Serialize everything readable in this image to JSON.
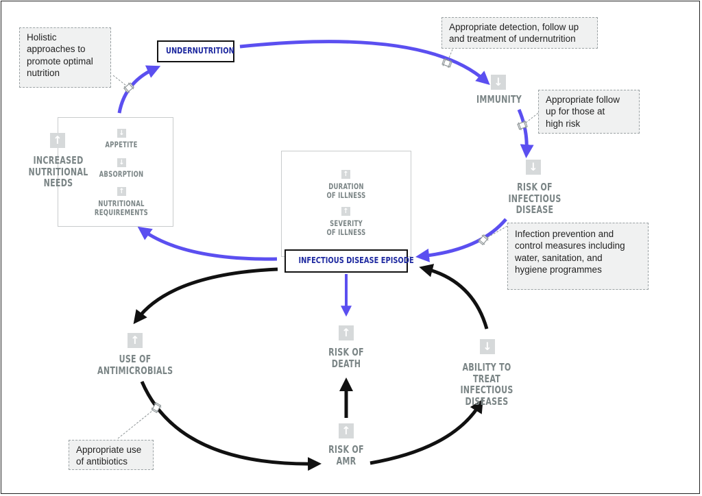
{
  "nodes": {
    "undernutrition": "UNDERNUTRITION",
    "infectious_episode": "INFECTIOUS DISEASE EPISODE",
    "immunity": "IMMUNITY",
    "risk_infectious": [
      "RISK OF",
      "INFECTIOUS",
      "DISEASE"
    ],
    "increased_needs": [
      "INCREASED",
      "NUTRITIONAL",
      "NEEDS"
    ],
    "appetite": "APPETITE",
    "absorption": "ABSORPTION",
    "nutritional_requirements": [
      "NUTRITIONAL",
      "REQUIREMENTS"
    ],
    "duration_illness": [
      "DURATION",
      "OF ILLNESS"
    ],
    "severity_illness": [
      "SEVERITY",
      "OF ILLNESS"
    ],
    "use_antimicrobials": [
      "USE OF",
      "ANTIMICROBIALS"
    ],
    "risk_death": [
      "RISK OF",
      "DEATH"
    ],
    "ability_treat": [
      "ABILITY TO",
      "TREAT INFECTIOUS",
      "DISEASES"
    ],
    "risk_amr": [
      "RISK OF",
      "AMR"
    ]
  },
  "notes": {
    "holistic": [
      "Holistic",
      "approaches to",
      "promote optimal",
      "nutrition"
    ],
    "detection": [
      "Appropriate detection, follow up",
      "and treatment of undernutrition"
    ],
    "followup": [
      "Appropriate follow",
      "up for those at",
      "high risk"
    ],
    "infection_prevention": [
      "Infection prevention and",
      "control measures including",
      "water, sanitation, and",
      "hygiene programmes"
    ],
    "antibiotics": [
      "Appropriate use",
      "of antibiotics"
    ]
  },
  "indicators": {
    "up": "↑",
    "down": "↓"
  },
  "colors": {
    "blue_arrow": "#5b4ff0",
    "black_arrow": "#111111",
    "key_text": "#1f2aa0",
    "label_gray": "#7b8586",
    "indicator_bg": "#d6d9da"
  }
}
